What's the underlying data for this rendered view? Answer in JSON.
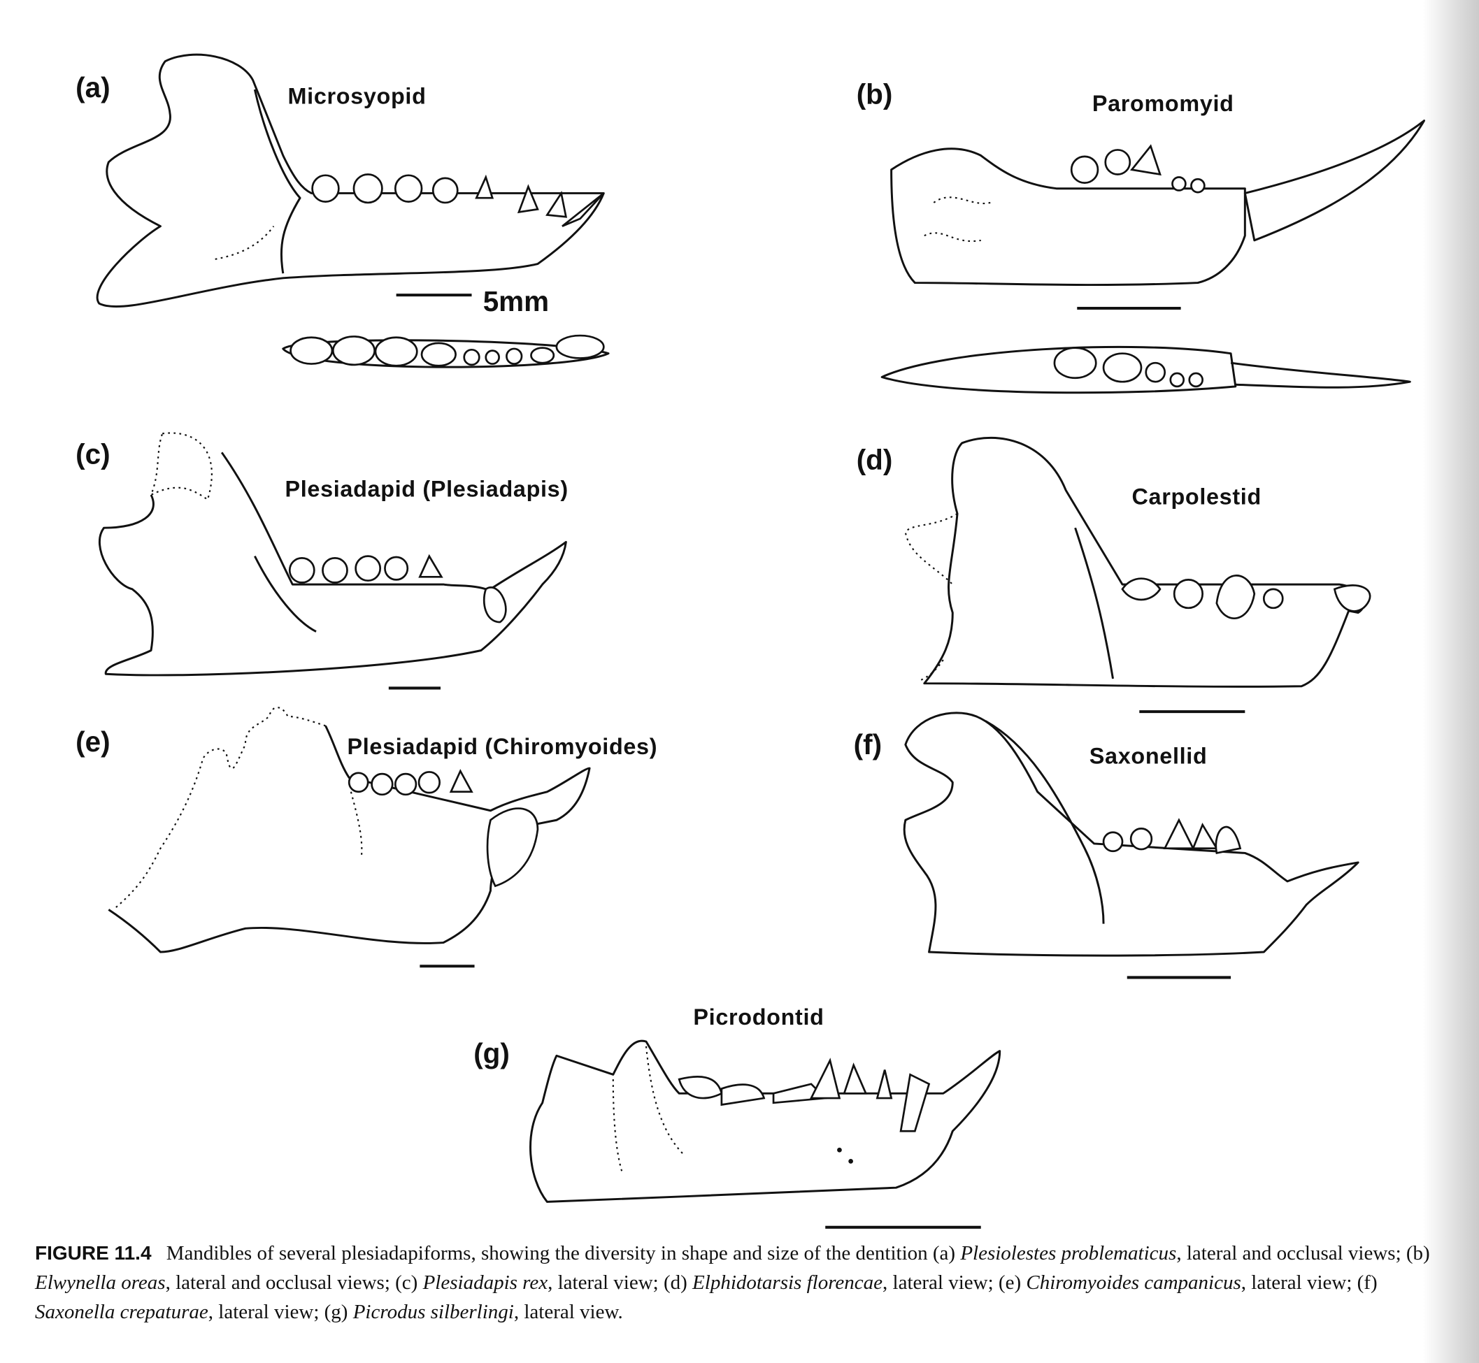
{
  "panels": [
    {
      "letter": "(a)",
      "name": "Microsyopid",
      "scale_label": "5mm"
    },
    {
      "letter": "(b)",
      "name": "Paromomyid"
    },
    {
      "letter": "(c)",
      "name": "Plesiadapid (Plesiadapis)"
    },
    {
      "letter": "(d)",
      "name": "Carpolestid"
    },
    {
      "letter": "(e)",
      "name": "Plesiadapid (Chiromyoides)"
    },
    {
      "letter": "(f)",
      "name": "Saxonellid"
    },
    {
      "letter": "(g)",
      "name": "Picrodontid"
    }
  ],
  "caption": {
    "figure_label": "FIGURE 11.4",
    "intro": "Mandibles of several plesiadapiforms, showing the diversity in shape and size of the dentition (a)",
    "a_species": "Plesiolestes problematicus",
    "a_view": ", lateral and occlusal views; (b)",
    "b_species": "Elwynella oreas",
    "b_view": ", lateral and occlusal views; (c)",
    "c_species": "Plesiadapis rex",
    "c_view": ", lateral view; (d)",
    "d_species": "Elphidotarsis florencae",
    "d_view": ", lateral view; (e)",
    "e_species": "Chiromyoides campanicus",
    "e_view": ", lateral view; (f)",
    "f_species": "Saxonella crepaturae",
    "f_view": ", lateral view; (g)",
    "g_species": "Picrodus silberlingi",
    "g_view": ", lateral view."
  }
}
